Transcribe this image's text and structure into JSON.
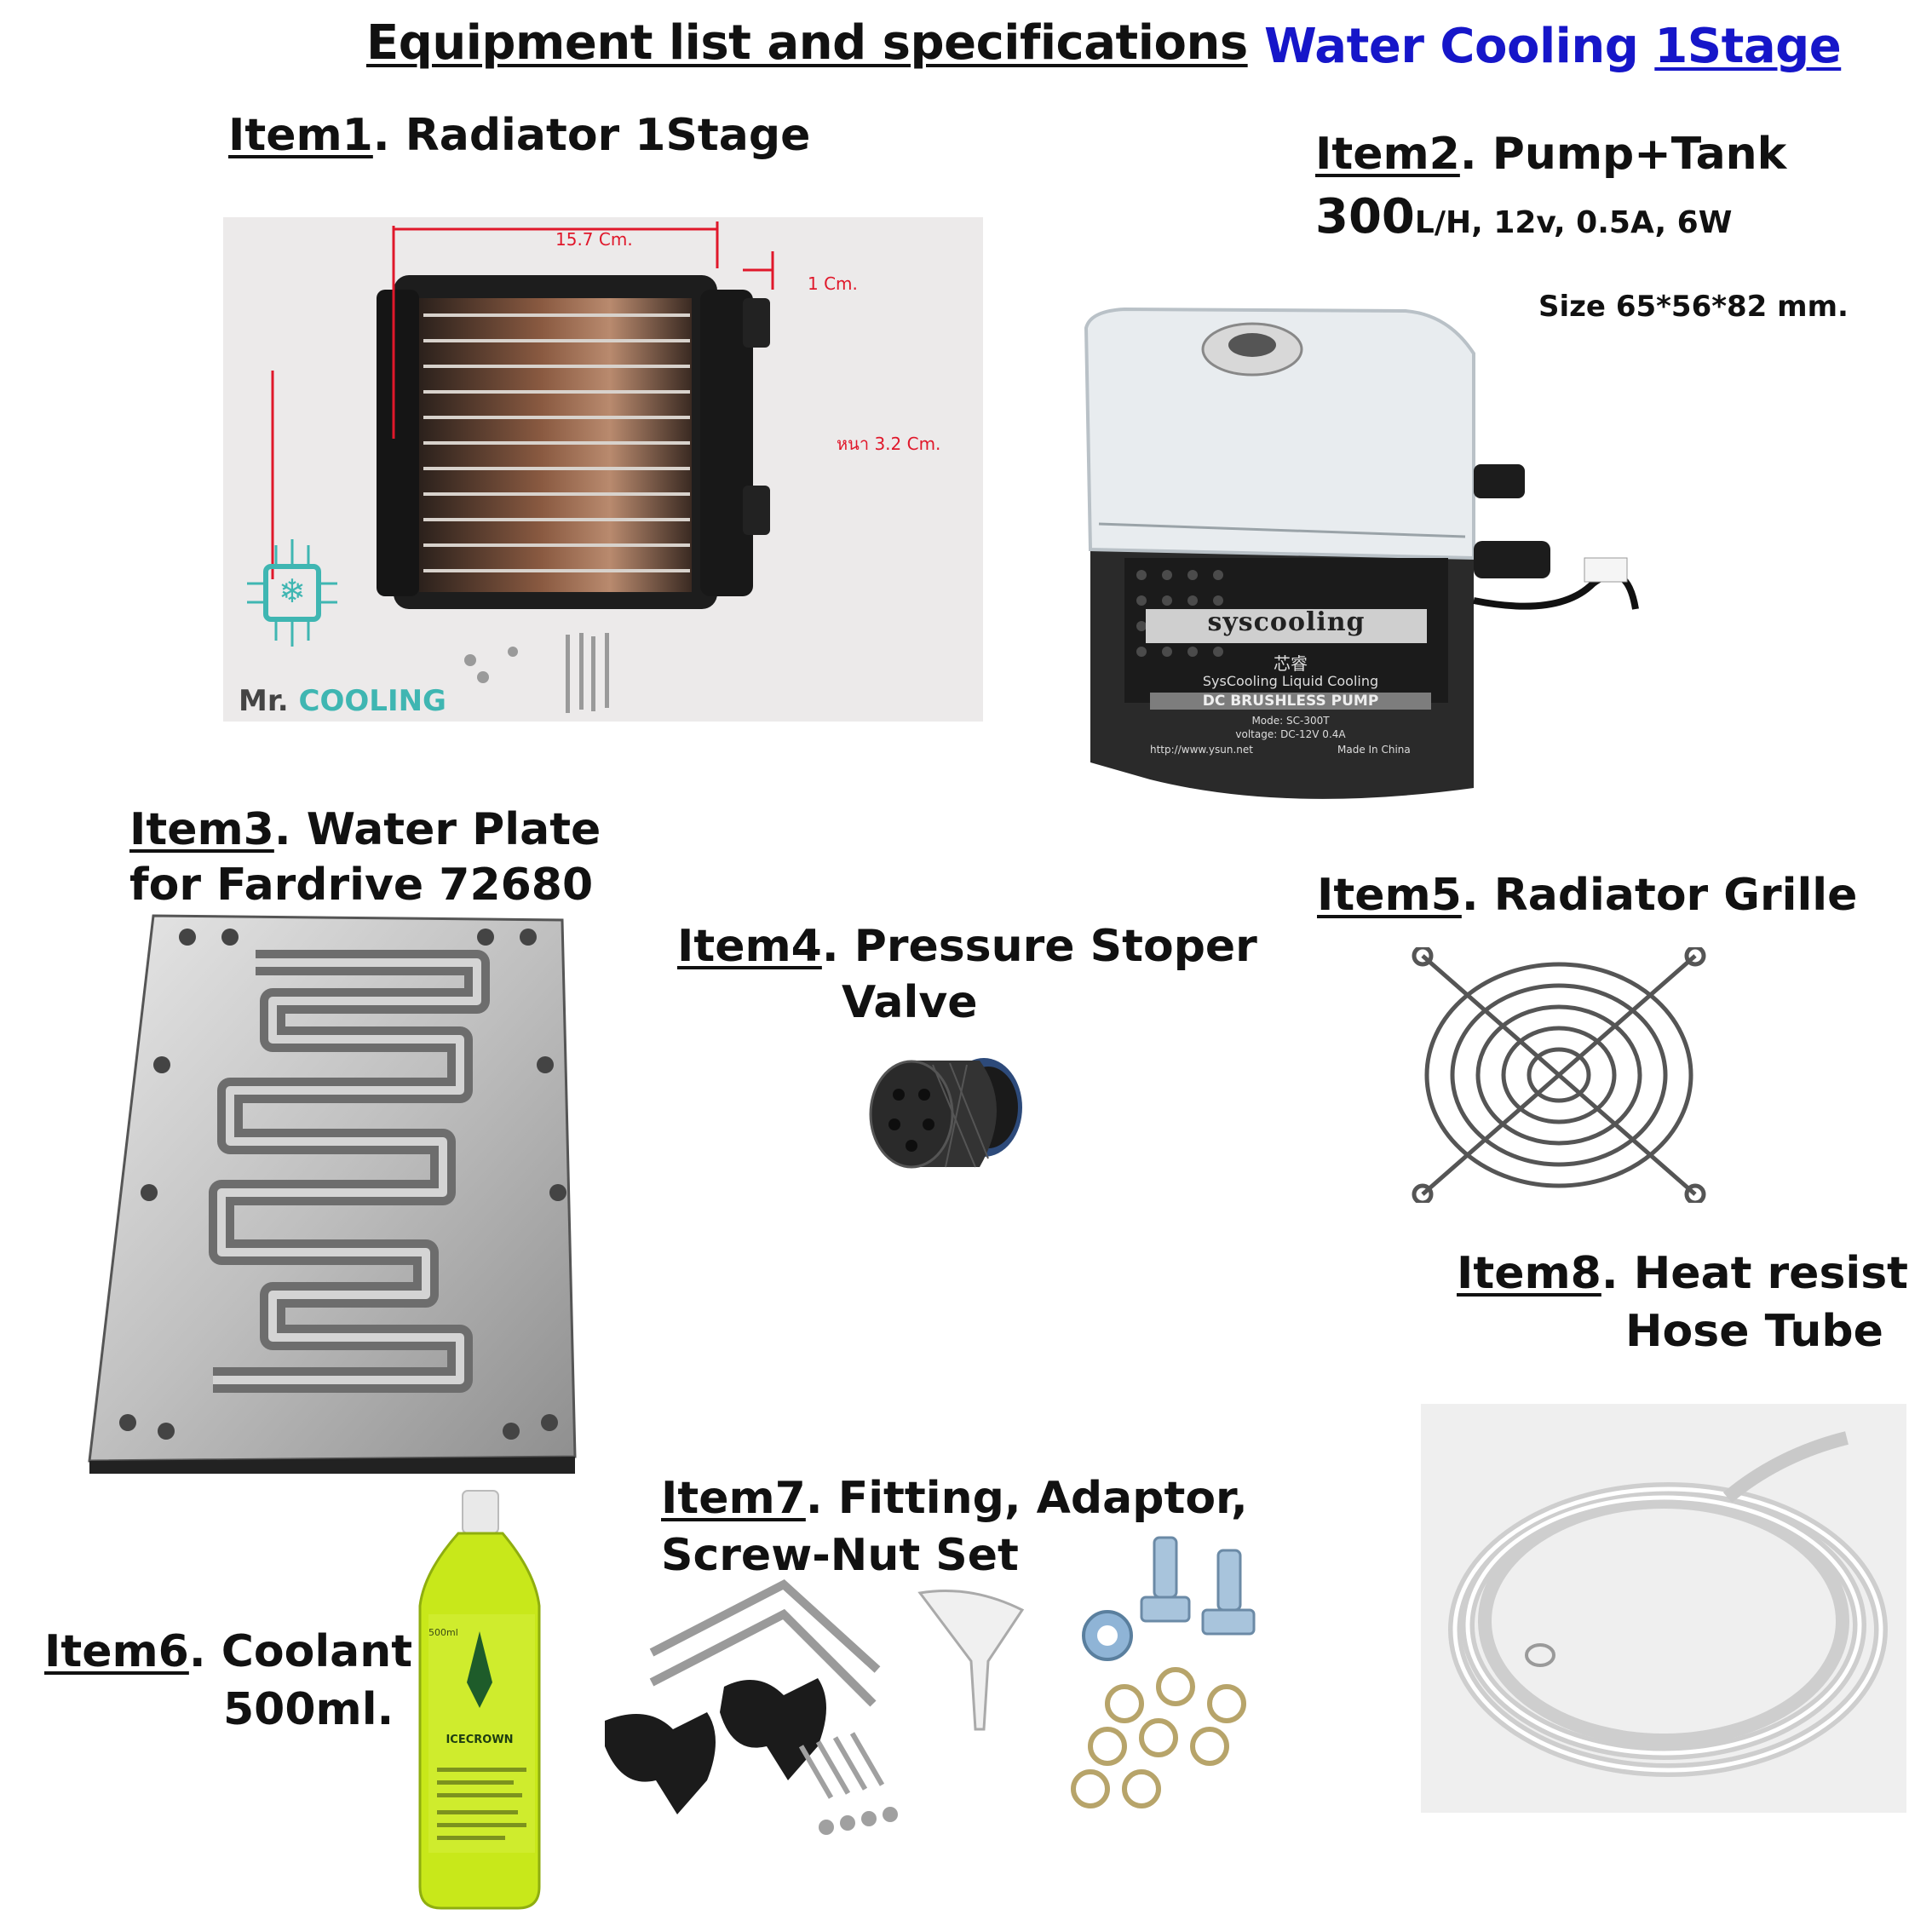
{
  "header": {
    "title": "Equipment list and specifications",
    "subtitle_prefix": "Water Cooling ",
    "subtitle_stage": "1Stage"
  },
  "items": {
    "item1": {
      "num": "Item1",
      "text": ". Radiator 1Stage",
      "dim_width": "15.7 Cm.",
      "dim_port": "1 Cm.",
      "dim_thick": "หนา 3.2 Cm."
    },
    "item2": {
      "num": "Item2",
      "text": ". Pump+Tank",
      "flow": "300",
      "spec": "L/H, 12v, 0.5A, 6W",
      "size": "Size 65*56*82 mm.",
      "brand": "syscooling",
      "brand_cn": "芯睿",
      "brand_line": "SysCooling Liquid Cooling",
      "pump_type": "DC BRUSHLESS PUMP",
      "mode": "Mode: SC-300T",
      "voltage": "voltage: DC-12V 0.4A",
      "url": "http://www.ysun.net",
      "made": "Made In China"
    },
    "item3": {
      "num": "Item3",
      "line1": ". Water Plate",
      "line2": "for Fardrive 72680"
    },
    "item4": {
      "num": "Item4",
      "line1": ". Pressure Stoper",
      "line2": "Valve"
    },
    "item5": {
      "num": "Item5",
      "text": ". Radiator Grille"
    },
    "item6": {
      "num": "Item6",
      "line1": ". Coolant",
      "line2": "500ml.",
      "bottle_brand": "ICECROWN",
      "bottle_volume": "500ml"
    },
    "item7": {
      "num": "Item7",
      "line1": ". Fitting, Adaptor,",
      "line2": "Screw-Nut Set"
    },
    "item8": {
      "num": "Item8",
      "line1": ". Heat resist",
      "line2": "Hose Tube"
    }
  },
  "logo": {
    "mr": "Mr. ",
    "cooling": "COOLING"
  },
  "colors": {
    "accent_blue": "#1616c9",
    "logo_teal": "#3fb6b2",
    "coolant_green": "#c8e81a",
    "text": "#111111"
  }
}
